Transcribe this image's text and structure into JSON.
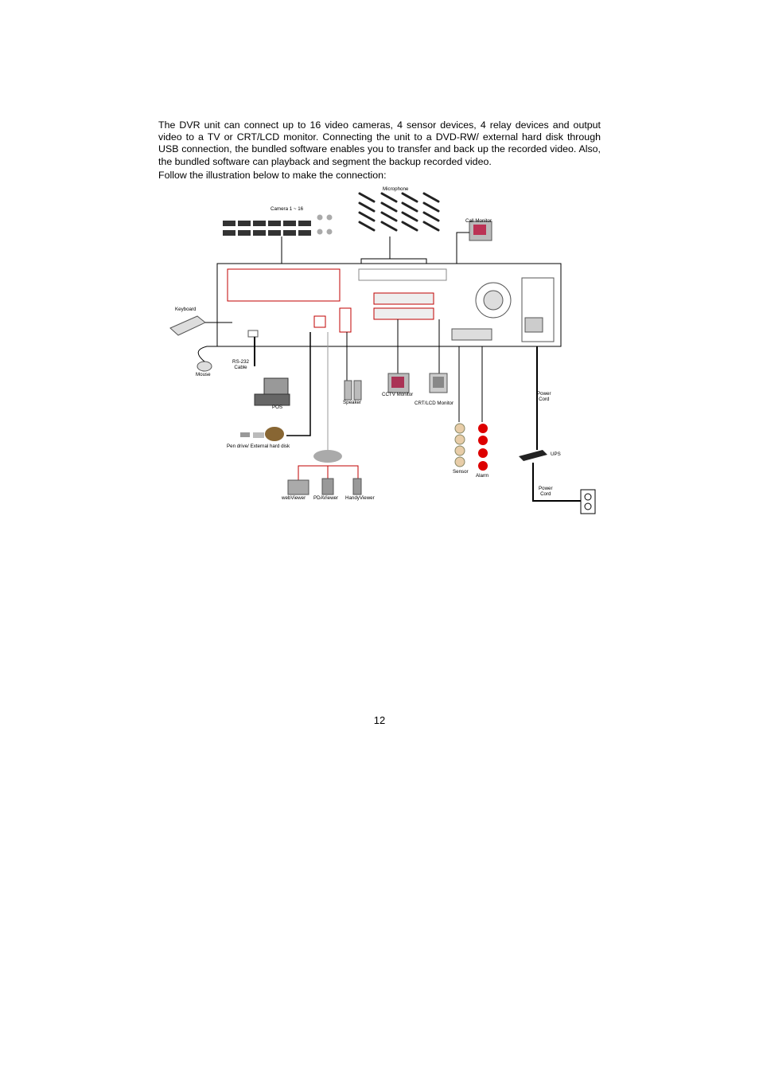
{
  "paragraphs": {
    "intro": "The DVR unit can connect up to 16 video cameras, 4 sensor devices, 4 relay devices and output video to a TV or CRT/LCD monitor. Connecting the unit to a DVD-RW/ external hard disk through USB connection, the bundled software enables you to transfer and back up the recorded video. Also, the bundled software can playback and segment the backup recorded video.",
    "follow": "Follow the illustration below to make the connection:"
  },
  "diagram": {
    "labels": {
      "microphone": "Microphone",
      "camera": "Camera 1 ~ 16",
      "call_monitor": "Call Monitor",
      "keyboard": "Keyboard",
      "mouse": "Mouse",
      "rs232": "RS-232\nCable",
      "pos": "POS",
      "speaker": "Speaker",
      "cctv_monitor": "CCTV Monitor",
      "crt_lcd_monitor": "CRT/LCD Monitor",
      "power_cord_1": "Power\nCord",
      "pen_drive": "Pen drive/ External hard disk",
      "ups": "UPS",
      "sensor": "Sensor",
      "alarm": "Alarm",
      "power_cord_2": "Power\nCord",
      "webviewer": "webViewer",
      "pdaviewer": "PDAViewer",
      "handyviewer": "HandyViewer"
    }
  },
  "page_number": "12"
}
